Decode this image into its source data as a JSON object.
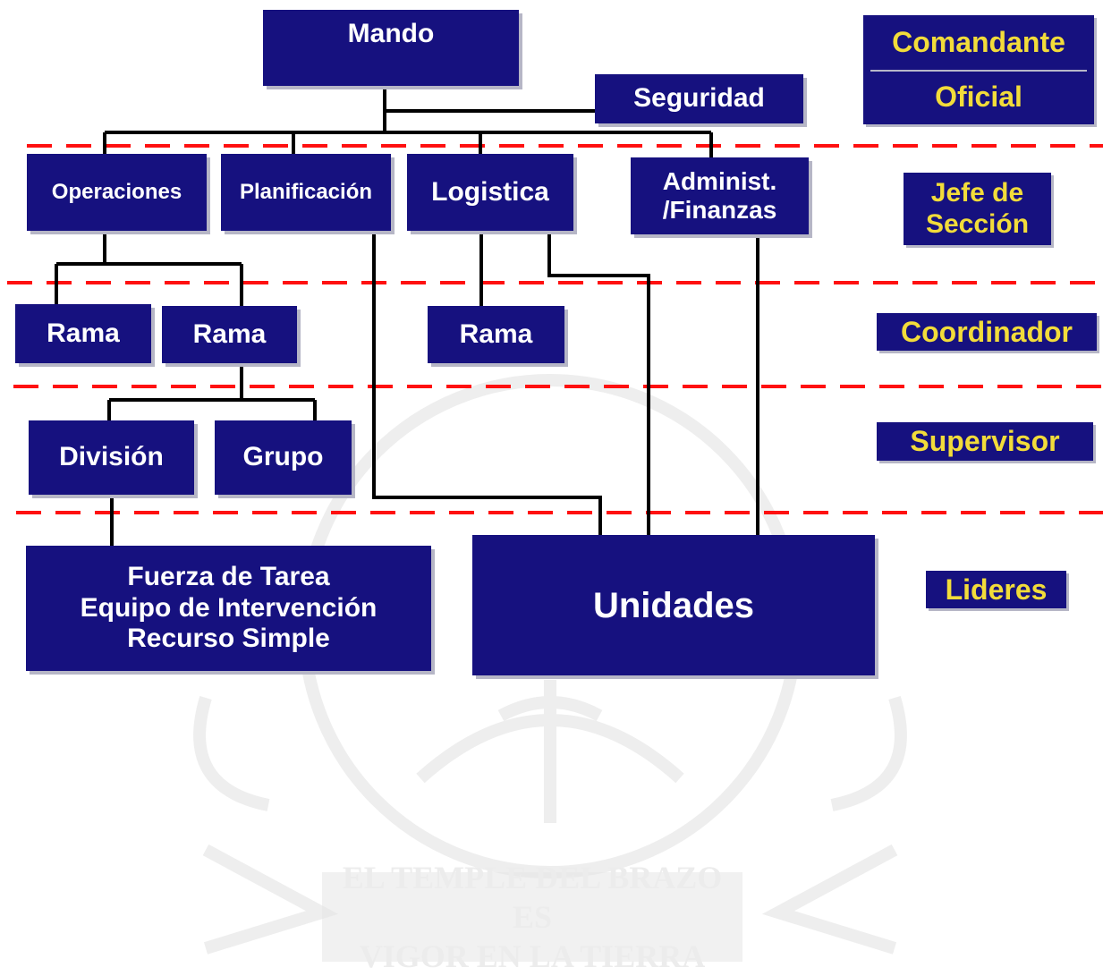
{
  "nodes": {
    "mando": "Mando",
    "seguridad": "Seguridad",
    "operaciones": "Operaciones",
    "planificacion": "Planificación",
    "logistica": "Logistica",
    "administ": "Administ.\n/Finanzas",
    "rama_1": "Rama",
    "rama_2": "Rama",
    "rama_3": "Rama",
    "division": "División",
    "grupo": "Grupo",
    "fuerza": "Fuerza de Tarea\nEquipo de Intervención\nRecurso Simple",
    "unidades": "Unidades"
  },
  "levels": {
    "comandante": "Comandante",
    "oficial": "Oficial",
    "jefe_seccion": "Jefe de\nSección",
    "coordinador": "Coordinador",
    "supervisor": "Supervisor",
    "lideres": "Lideres"
  },
  "watermark": {
    "motto_line1": "EL TEMPLE DEL BRAZO ES",
    "motto_line2": "VIGOR EN LA TIERRA"
  },
  "colors": {
    "box": "#16117f",
    "box_text": "#ffffff",
    "level_text": "#f2dc3a",
    "divider": "#ff1010",
    "connector": "#000000"
  }
}
